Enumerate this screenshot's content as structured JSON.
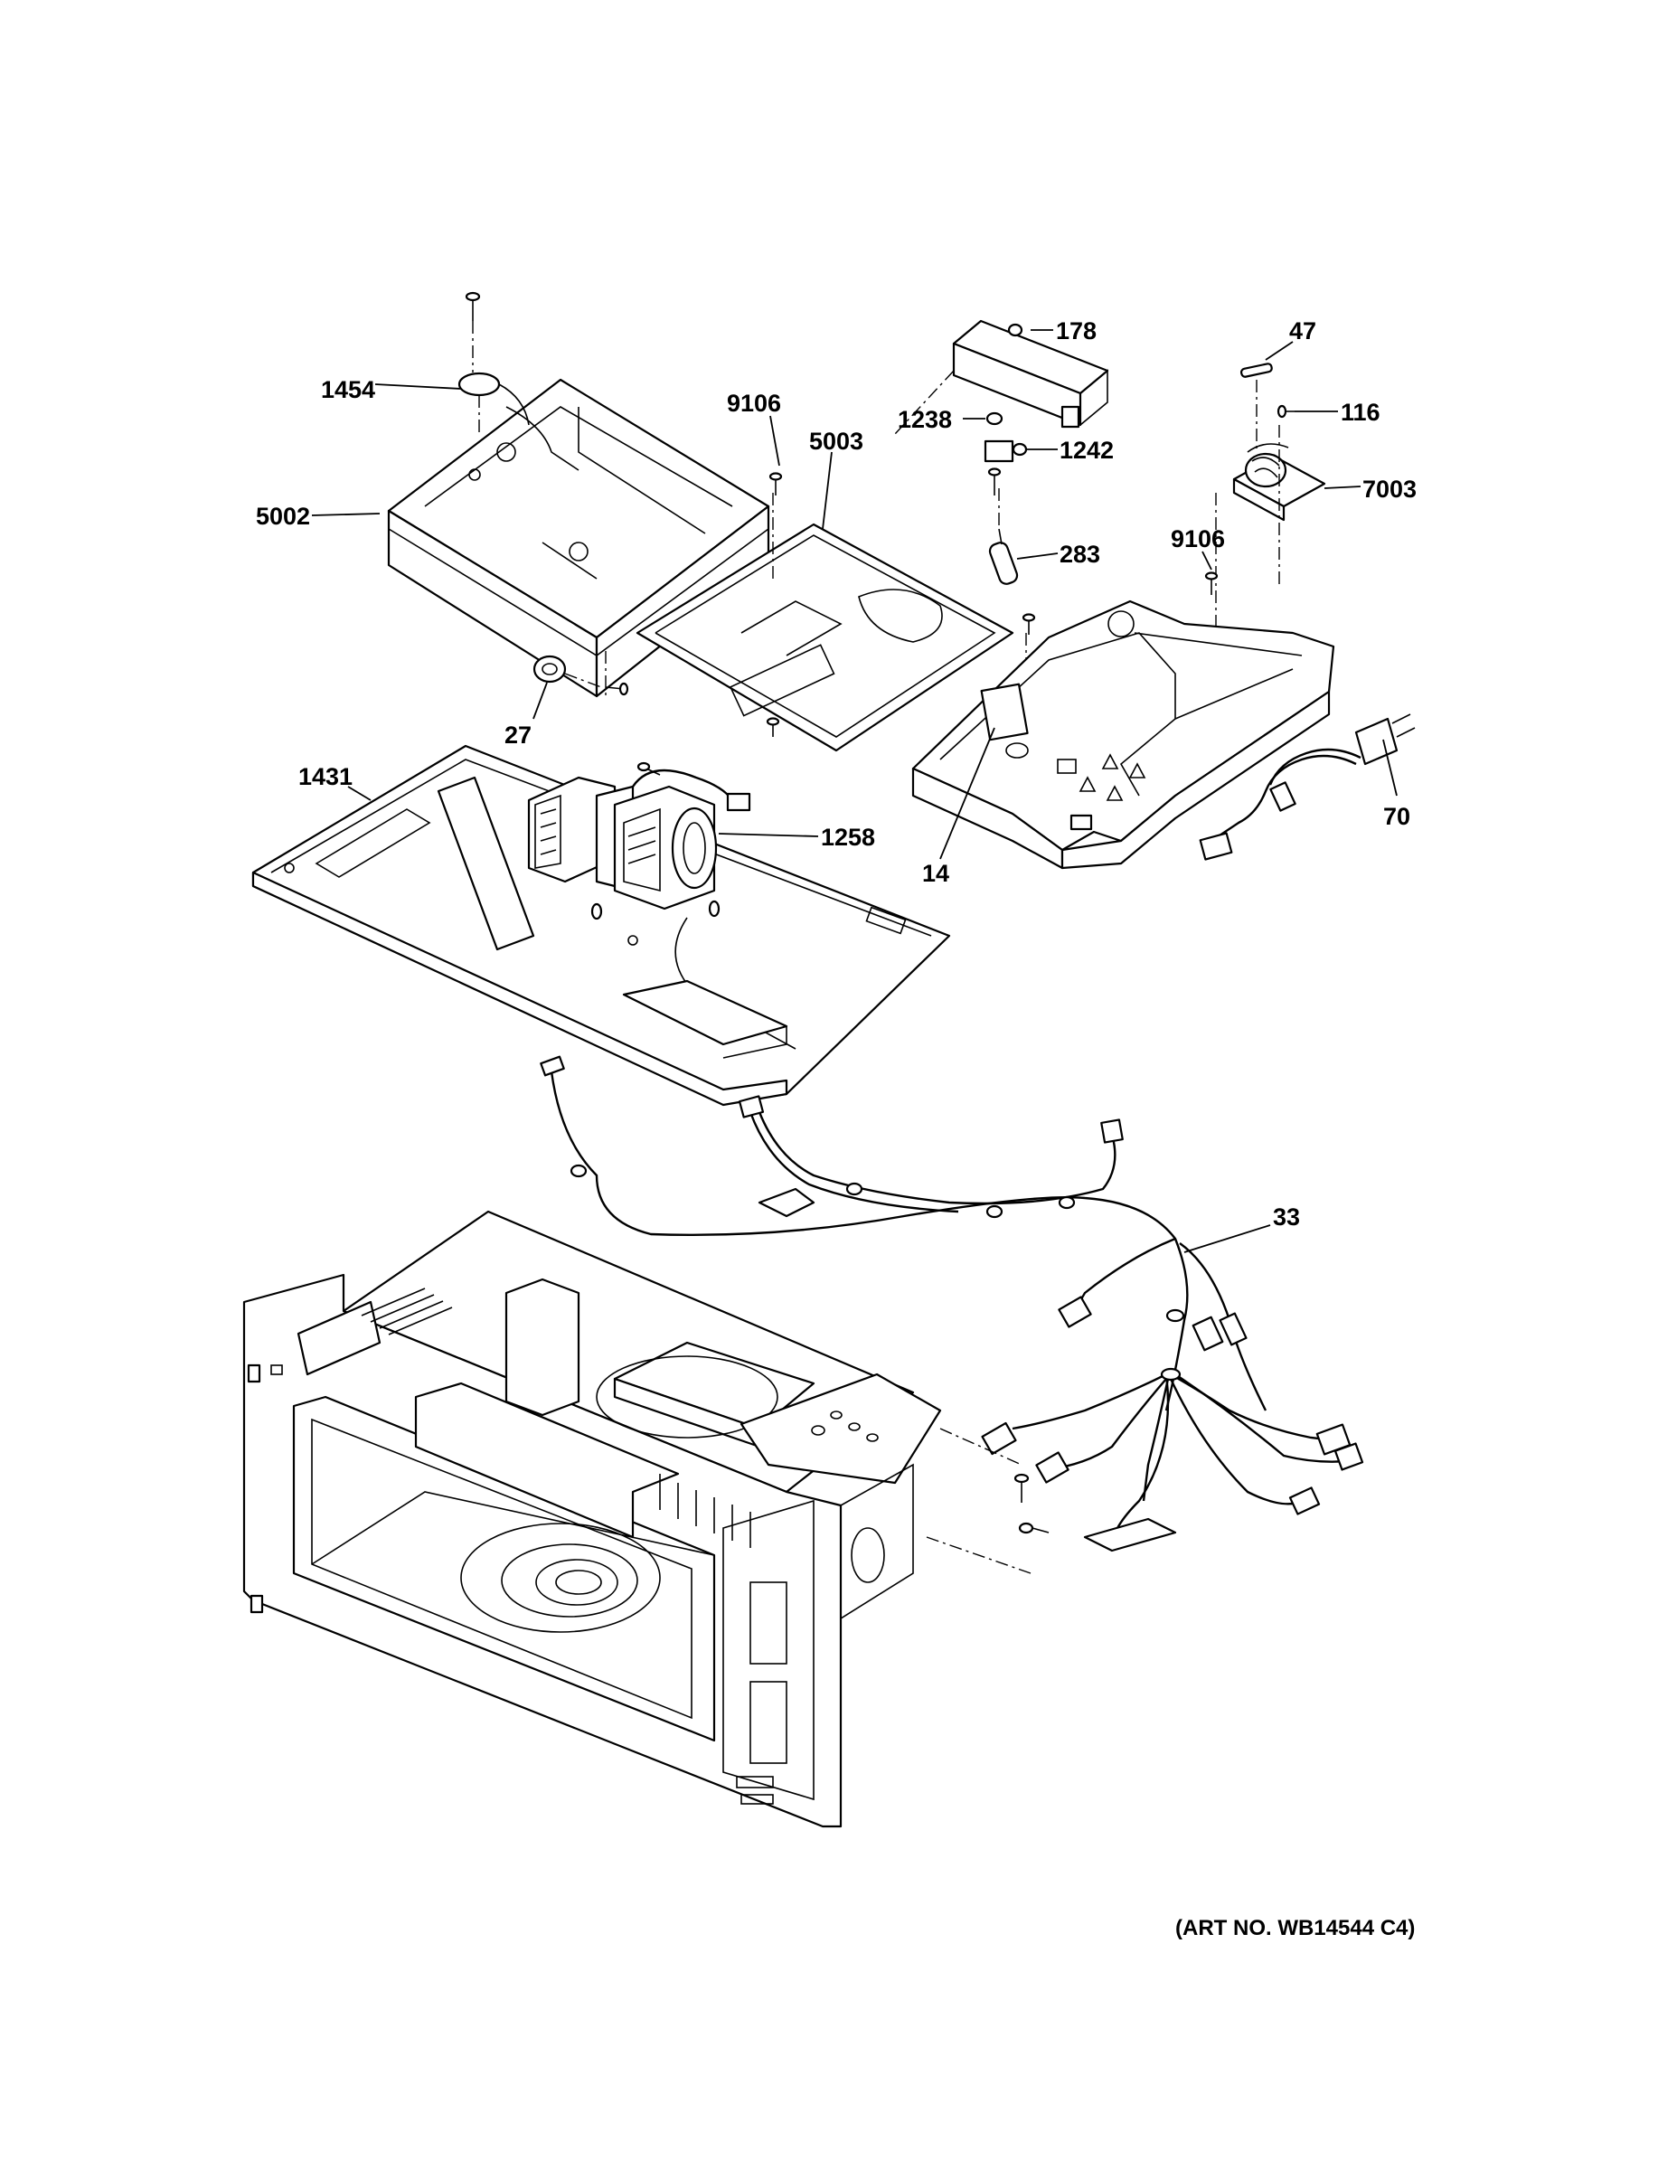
{
  "callouts": {
    "c1454": "1454",
    "c5002": "5002",
    "c9106a": "9106",
    "c5003": "5003",
    "c178": "178",
    "c1238": "1238",
    "c1242": "1242",
    "c283": "283",
    "c47": "47",
    "c116": "116",
    "c7003": "7003",
    "c9106b": "9106",
    "c27": "27",
    "c1431": "1431",
    "c1258": "1258",
    "c14": "14",
    "c70": "70",
    "c33": "33"
  },
  "art_number": "(ART NO. WB14544 C4)"
}
